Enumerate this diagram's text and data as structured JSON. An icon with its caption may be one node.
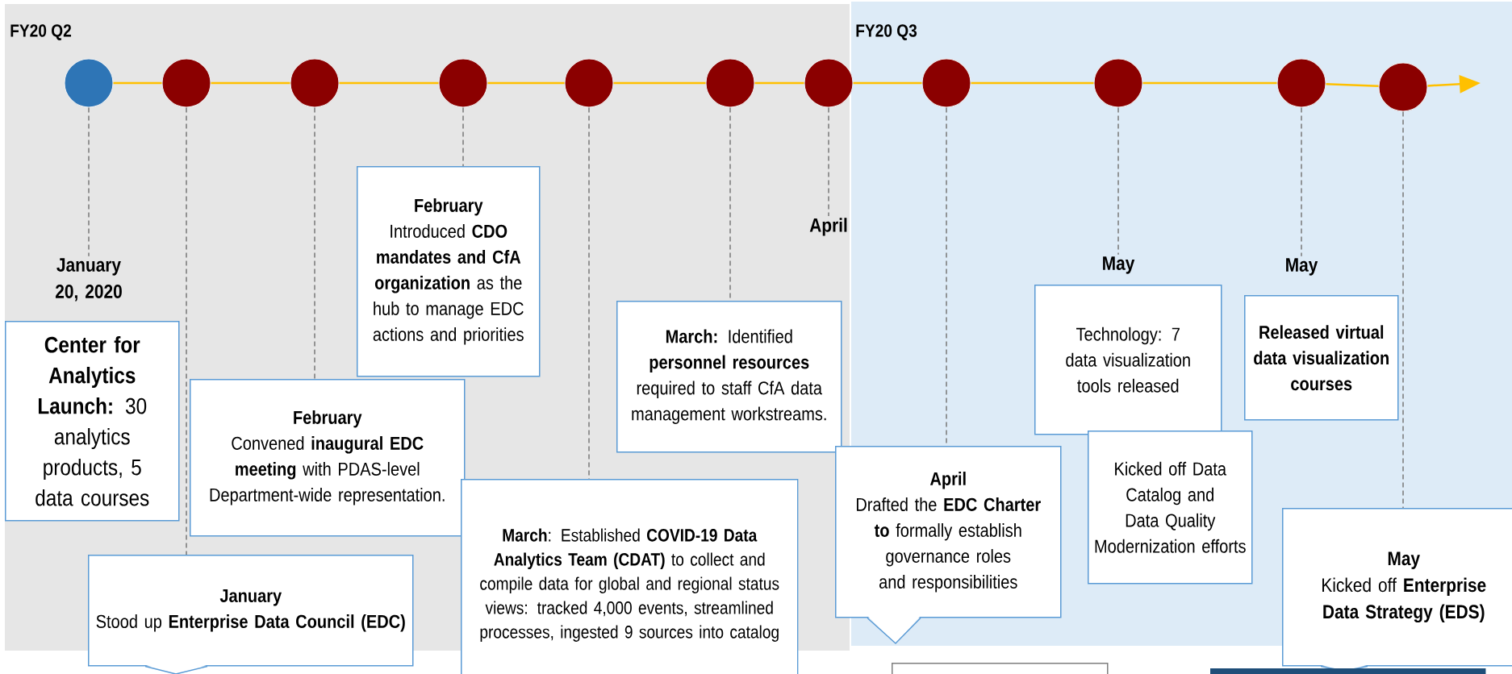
{
  "diagram": {
    "nodes": [
      {
        "text": [],
        "shape": "circle"
      },
      {
        "text": [],
        "shape": "circle"
      },
      {
        "text": [],
        "shape": "circle"
      },
      {
        "text": [],
        "shape": "circle"
      },
      {
        "text": [],
        "shape": "circle"
      },
      {
        "text": [],
        "shape": "circle"
      },
      {
        "text": [],
        "shape": "circle"
      },
      {
        "text": [],
        "shape": "circle"
      },
      {
        "text": [],
        "shape": "circle"
      },
      {
        "text": [],
        "shape": "circle"
      },
      {
        "text": [],
        "shape": "circle"
      },
      {
        "text": [
          "January 20, 2020",
          "**Center for Analytics Launch:** 30 analytics products, 5 data courses"
        ]
      },
      {
        "text": [
          "February",
          "Introduced **CDO mandates and CfA organization** as the hub to manage EDC actions and priorities"
        ]
      },
      {
        "text": [
          "February",
          "Convened **inaugural EDC meeting** with PDAS-level Department-wide representation."
        ]
      },
      {
        "text": [
          "January",
          "Stood up **Enterprise Data Council (EDC)**"
        ]
      },
      {
        "text": [
          "**March:** Identified **personnel resources** required to staff CfA data management workstreams."
        ]
      },
      {
        "text": [
          "**March**: Established **COVID-19 Data Analytics Team (CDAT)** to collect and compile data for global and regional status views: tracked 4,000 events, streamlined processes, ingested 9 sources into catalog"
        ]
      },
      {
        "text": [
          "April"
        ]
      },
      {
        "text": [
          "April",
          "Drafted the **EDC Charter to** formally establish governance roles and responsibilities"
        ]
      },
      {
        "text": [
          "May",
          "Technology: 7 data visualization tools released"
        ]
      },
      {
        "text": [
          "Kicked off Data Catalog and Data Quality Modernization efforts"
        ]
      },
      {
        "text": [
          "May",
          "Released virtual data visualization courses"
        ]
      },
      {
        "text": [
          "May",
          "Kicked off **Enterprise Data Strategy (EDS)**"
        ]
      },
      {
        "text": [],
        "shape": "box"
      },
      {
        "text": [],
        "shape": "bar"
      }
    ],
    "edges": [
      {
        "from": 0,
        "to": 1,
        "arrow": "none",
        "color": "#ffc000"
      },
      {
        "from": 1,
        "to": 2,
        "arrow": "none",
        "color": "#ffc000"
      },
      {
        "from": 2,
        "to": 3,
        "arrow": "none",
        "color": "#ffc000"
      },
      {
        "from": 3,
        "to": 4,
        "arrow": "none",
        "color": "#ffc000"
      },
      {
        "from": 4,
        "to": 5,
        "arrow": "none",
        "color": "#ffc000"
      },
      {
        "from": 5,
        "to": 6,
        "arrow": "none",
        "color": "#ffc000"
      },
      {
        "from": 6,
        "to": 7,
        "arrow": "none",
        "color": "#ffc000"
      },
      {
        "from": 7,
        "to": 8,
        "arrow": "none",
        "color": "#ffc000"
      },
      {
        "from": 8,
        "to": 9,
        "arrow": "none",
        "color": "#ffc000"
      },
      {
        "from": 9,
        "to": 10,
        "arrow": "none",
        "color": "#ffc000"
      },
      {
        "from": 10,
        "to": null,
        "arrow": "to",
        "color": "#ffc000"
      },
      {
        "from": 0,
        "to": 11,
        "arrow": "none",
        "style": "dashed",
        "color": "#7f7f7f"
      },
      {
        "from": 1,
        "to": 14,
        "arrow": "none",
        "style": "dashed",
        "color": "#7f7f7f"
      },
      {
        "from": 2,
        "to": 13,
        "arrow": "none",
        "style": "dashed",
        "color": "#7f7f7f"
      },
      {
        "from": 3,
        "to": 12,
        "arrow": "none",
        "style": "dashed",
        "color": "#7f7f7f"
      },
      {
        "from": 4,
        "to": 16,
        "arrow": "none",
        "style": "dashed",
        "color": "#7f7f7f"
      },
      {
        "from": 5,
        "to": 15,
        "arrow": "none",
        "style": "dashed",
        "color": "#7f7f7f"
      },
      {
        "from": 6,
        "to": 17,
        "arrow": "none",
        "style": "dashed",
        "color": "#7f7f7f"
      },
      {
        "from": 7,
        "to": 18,
        "arrow": "none",
        "style": "dashed",
        "color": "#7f7f7f"
      },
      {
        "from": 8,
        "to": 19,
        "arrow": "none",
        "style": "dashed",
        "color": "#7f7f7f"
      },
      {
        "from": 9,
        "to": 21,
        "arrow": "none",
        "style": "dashed",
        "color": "#7f7f7f"
      },
      {
        "from": 10,
        "to": 22,
        "arrow": "none",
        "style": "dashed",
        "color": "#7f7f7f"
      }
    ],
    "labels": [
      "FY20 Q2",
      "FY20 Q3"
    ]
  }
}
